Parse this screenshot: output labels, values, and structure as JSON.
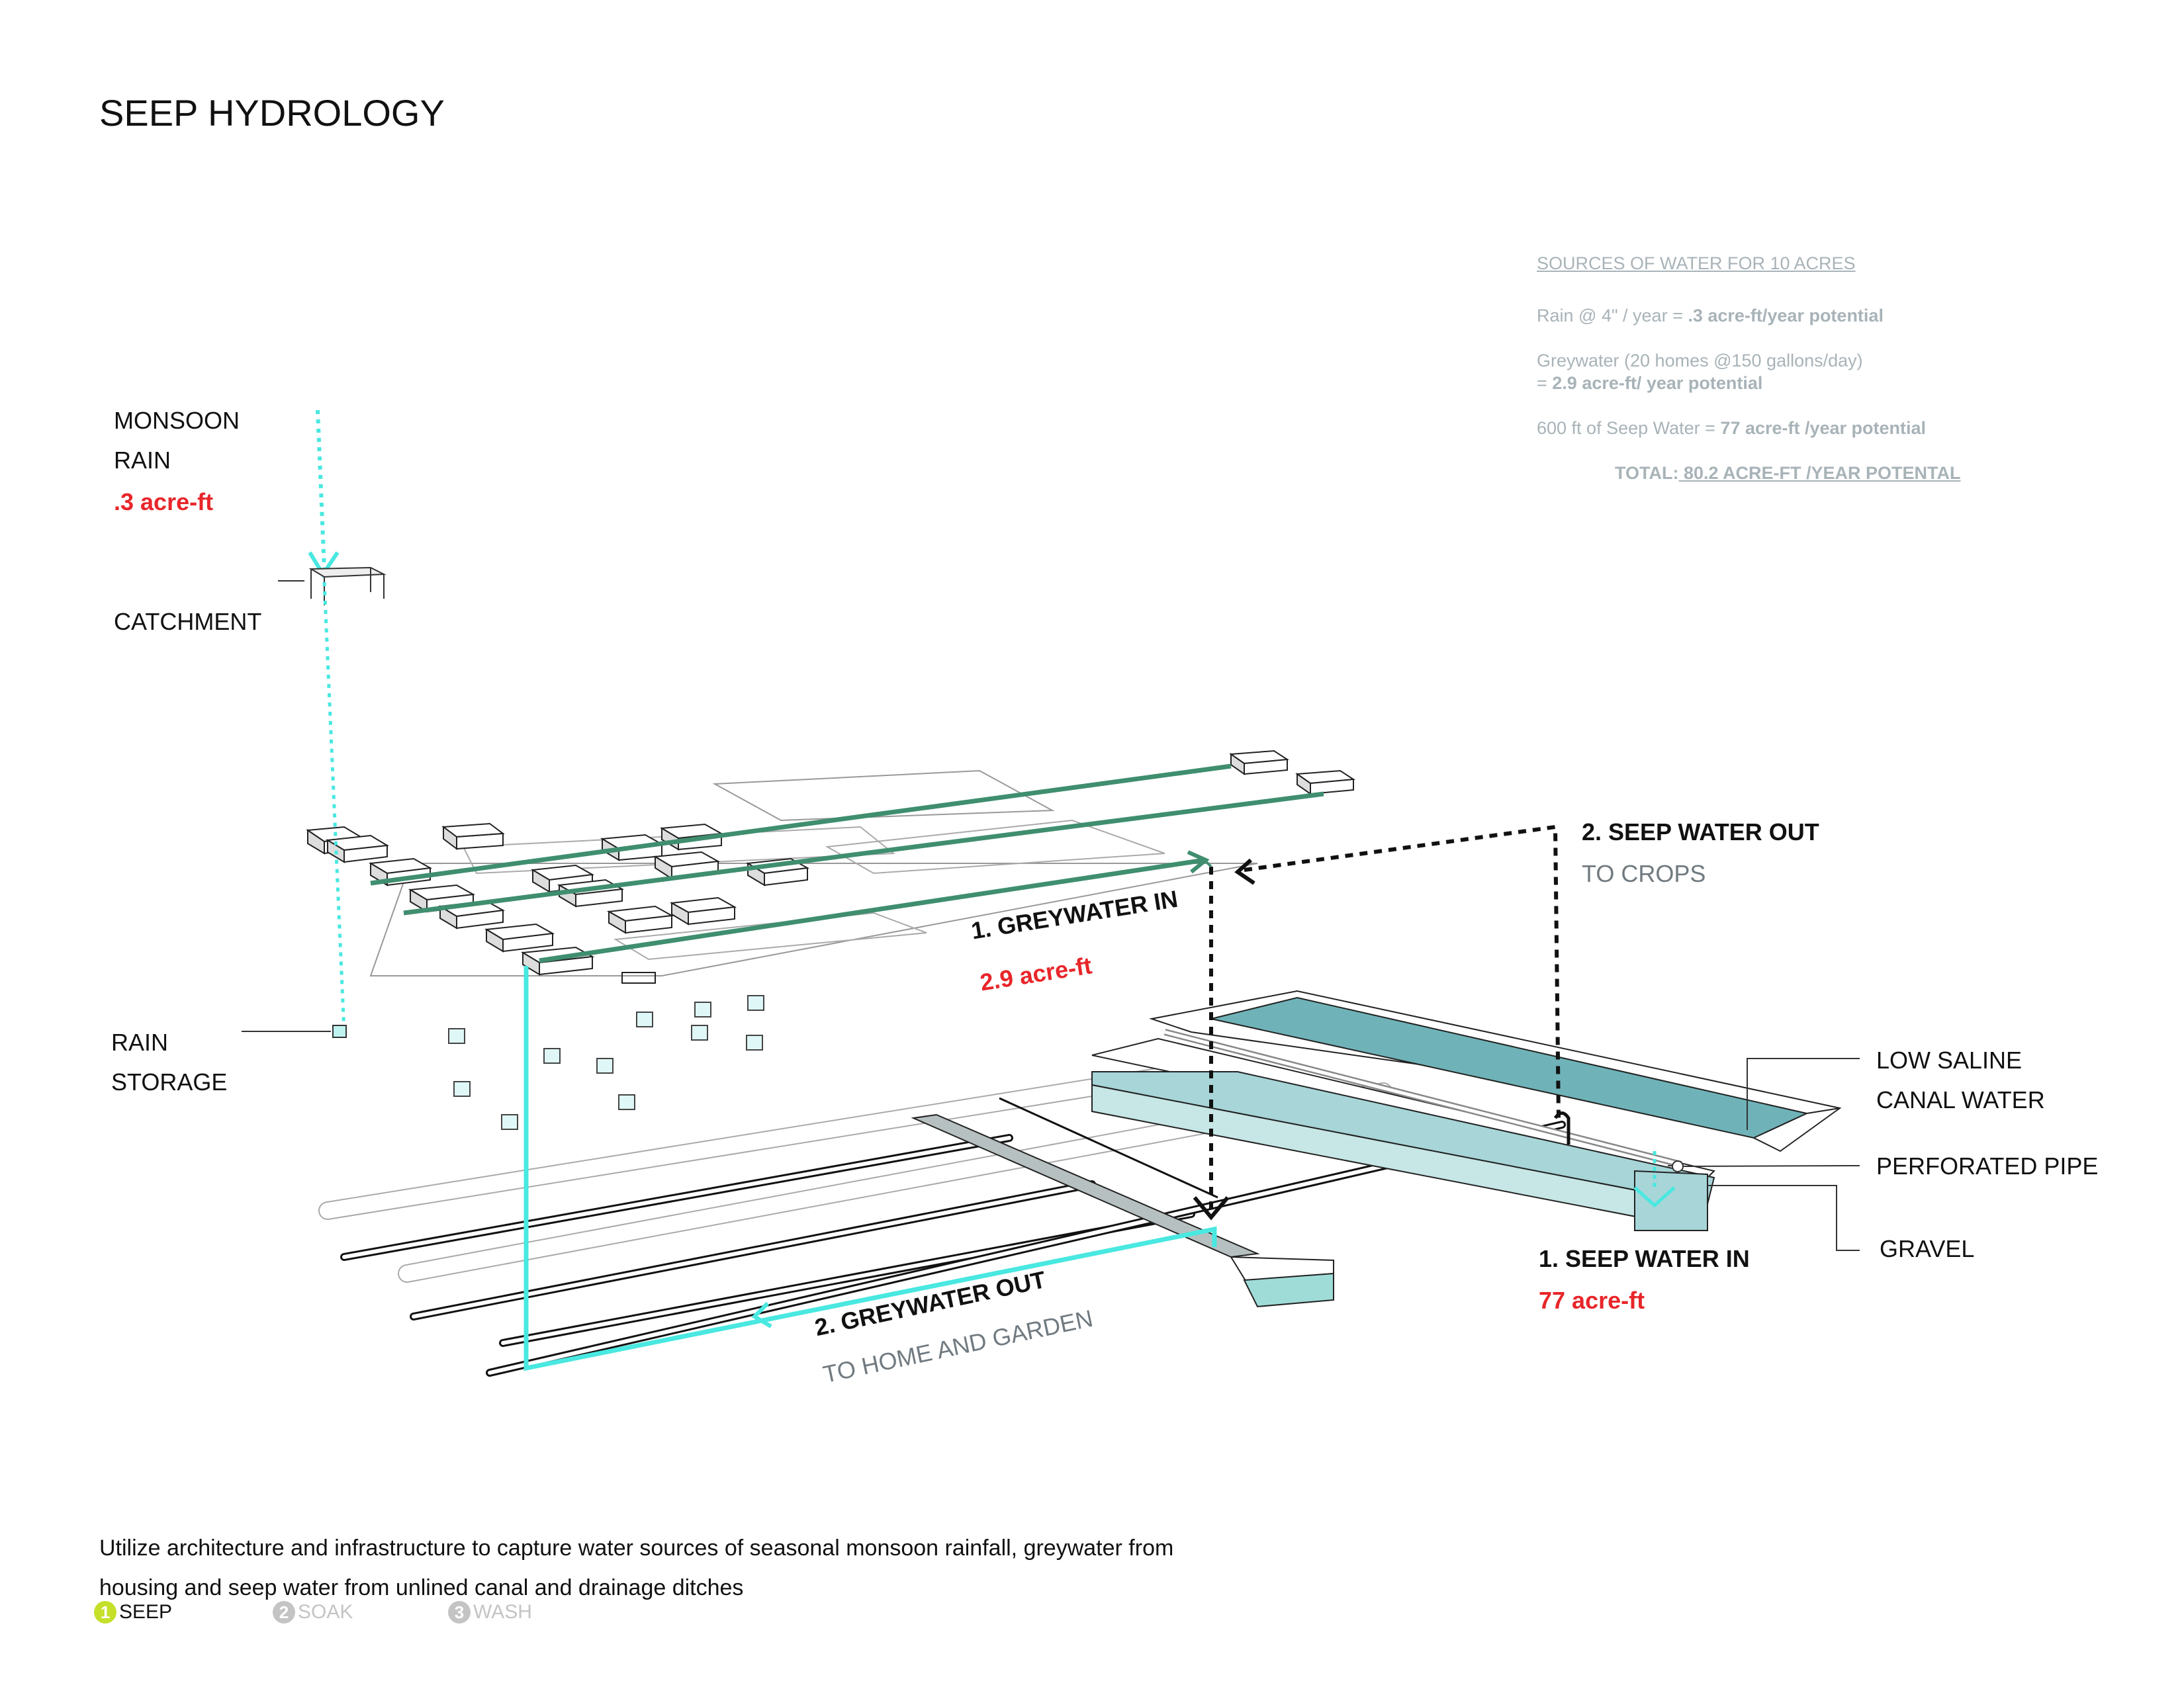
{
  "title": "SEEP HYDROLOGY",
  "sources": {
    "heading": "SOURCES OF WATER FOR 10 ACRES",
    "rain_prefix": "Rain @ 4\" / year = ",
    "rain_value": ".3 acre-ft/year potential",
    "greywater_line1": "Greywater (20 homes @150 gallons/day)",
    "greywater_prefix": "= ",
    "greywater_value": "2.9  acre-ft/ year potential",
    "seep_prefix": "600 ft of Seep Water = ",
    "seep_value": "77 acre-ft /year potential",
    "total_label": "TOTAL:",
    "total_value": " 80.2 ACRE-FT /YEAR POTENTAL"
  },
  "labels": {
    "monsoon": "MONSOON",
    "rain": "RAIN",
    "rain_amount": ".3 acre-ft",
    "catchment": "CATCHMENT",
    "rain_storage_1": "RAIN",
    "rain_storage_2": "STORAGE",
    "seep_out_title": "2. SEEP WATER OUT",
    "seep_out_sub": "TO CROPS",
    "grey_in_title": "1. GREYWATER IN",
    "grey_in_amount": "2.9 acre-ft",
    "low_saline_1": "LOW SALINE",
    "low_saline_2": "CANAL WATER",
    "perforated_pipe": "PERFORATED PIPE",
    "gravel": "GRAVEL",
    "seep_in_title": "1. SEEP WATER IN",
    "seep_in_amount": "77 acre-ft",
    "grey_out_title": "2. GREYWATER OUT",
    "grey_out_sub": "TO HOME AND GARDEN"
  },
  "caption": "Utilize architecture and infrastructure to capture water sources of seasonal monsoon rainfall, greywater from housing and seep water from unlined canal and drainage ditches",
  "tabs": [
    {
      "num": "1",
      "label": "SEEP",
      "active": true
    },
    {
      "num": "2",
      "label": "SOAK",
      "active": false
    },
    {
      "num": "3",
      "label": "WASH",
      "active": false
    }
  ],
  "colors": {
    "cyan": "#49e8e0",
    "green": "#3f8e6f",
    "water": "#6fb3b8",
    "red": "#e8262a",
    "active_tab": "#c6e02a",
    "inactive": "#c4c4c4"
  }
}
